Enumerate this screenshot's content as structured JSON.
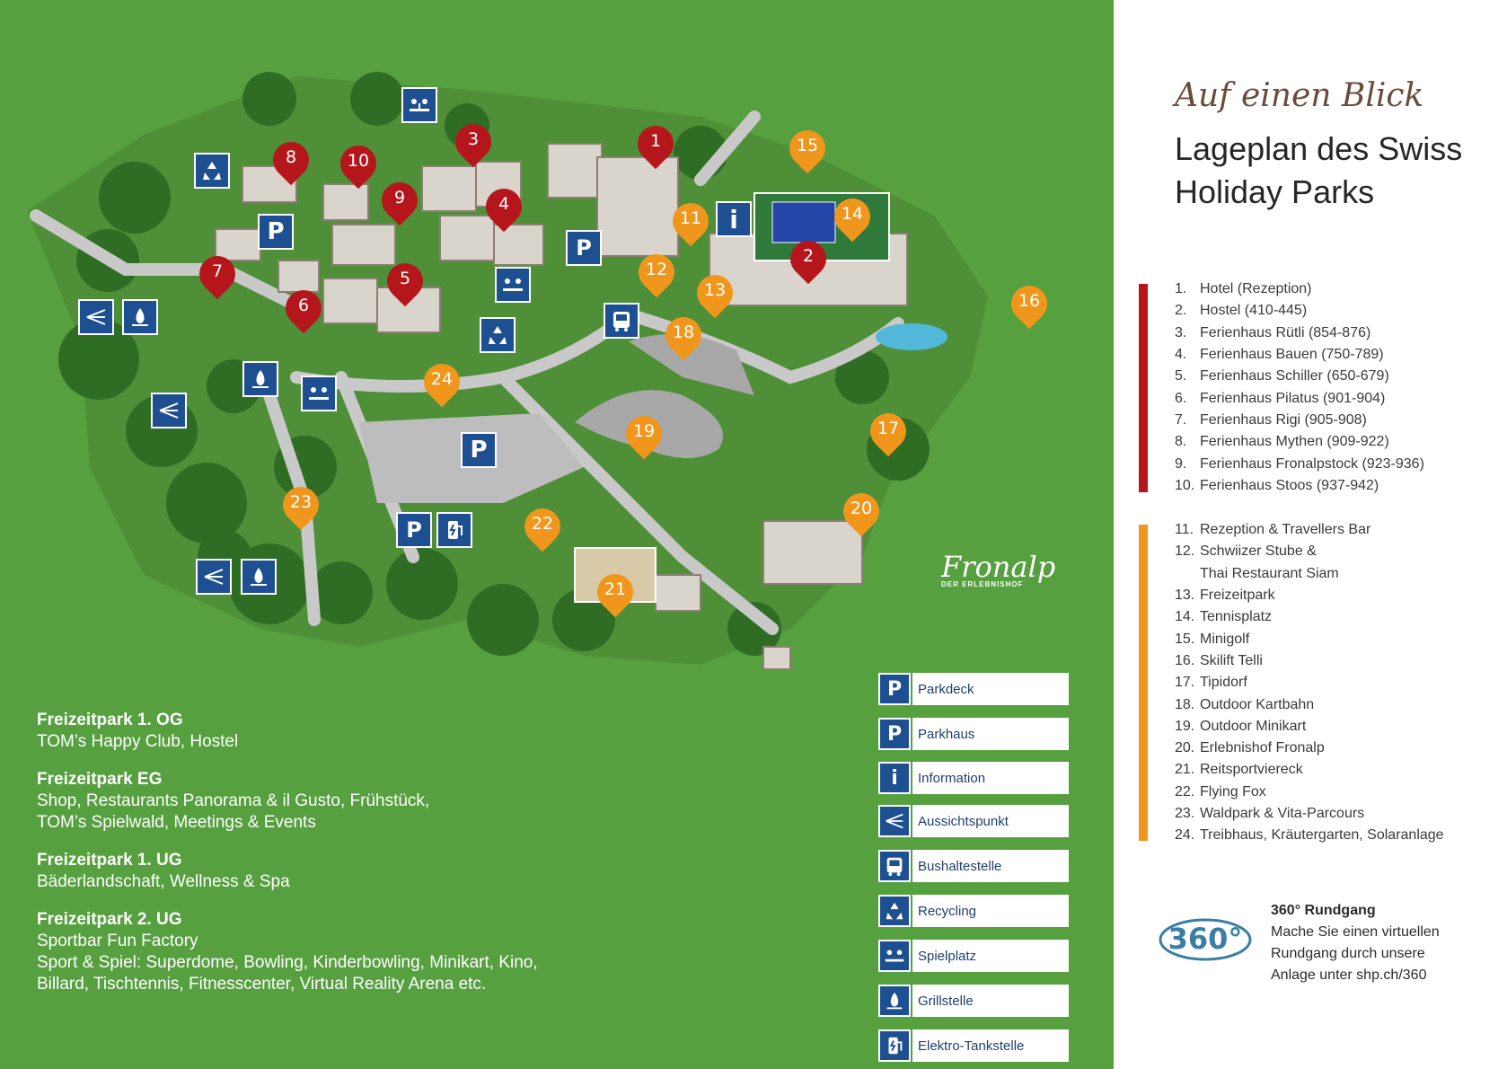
{
  "map": {
    "red_pins": [
      "1",
      "2",
      "3",
      "4",
      "5",
      "6",
      "7",
      "8",
      "9",
      "10"
    ],
    "orange_pins": [
      "11",
      "12",
      "13",
      "14",
      "15",
      "16",
      "17",
      "18",
      "19",
      "20",
      "21",
      "22",
      "23",
      "24"
    ],
    "map_icons": [
      "recycling-icon",
      "playground-icon",
      "parking-icon",
      "parking-garage-icon",
      "information-icon",
      "bus-icon",
      "viewpoint-icon",
      "barbecue-icon",
      "e-charging-icon"
    ],
    "logo_text": "Fronalp",
    "logo_subtext": "DER ERLEBNISHOF"
  },
  "legend": [
    {
      "label": "Parkdeck",
      "icon": "parking-icon"
    },
    {
      "label": "Parkhaus",
      "icon": "parking-garage-icon"
    },
    {
      "label": "Information",
      "icon": "information-icon"
    },
    {
      "label": "Aussichtspunkt",
      "icon": "viewpoint-icon"
    },
    {
      "label": "Bushaltestelle",
      "icon": "bus-icon"
    },
    {
      "label": "Recycling",
      "icon": "recycling-icon"
    },
    {
      "label": "Spielplatz",
      "icon": "playground-icon"
    },
    {
      "label": "Grillstelle",
      "icon": "barbecue-icon"
    },
    {
      "label": "Elektro-Tankstelle",
      "icon": "e-charging-icon"
    }
  ],
  "floors": [
    {
      "title": "Freizeitpark 1. OG",
      "desc": "TOM’s Happy Club, Hostel"
    },
    {
      "title": "Freizeitpark EG",
      "desc": "Shop, Restaurants Panorama &  il Gusto, Frühstück,\nTOM’s Spielwald, Meetings & Events"
    },
    {
      "title": "Freizeitpark 1. UG",
      "desc": "Bäderlandschaft, Wellness & Spa"
    },
    {
      "title": "Freizeitpark 2. UG",
      "desc": "Sportbar Fun Factory\nSport & Spiel: Superdome, Bowling, Kinderbowling, Minikart, Kino,\nBillard, Tischtennis, Fitnesscenter, Virtual Reality Arena etc."
    }
  ],
  "side": {
    "script_title": "Auf einen Blick",
    "title": "Lageplan des Swiss Holiday Parks",
    "accommodations": [
      {
        "num": "1.",
        "label": "Hotel (Rezeption)"
      },
      {
        "num": "2.",
        "label": "Hostel (410-445)"
      },
      {
        "num": "3.",
        "label": "Ferienhaus Rütli (854-876)"
      },
      {
        "num": "4.",
        "label": "Ferienhaus Bauen (750-789)"
      },
      {
        "num": "5.",
        "label": "Ferienhaus Schiller (650-679)"
      },
      {
        "num": "6.",
        "label": "Ferienhaus Pilatus (901-904)"
      },
      {
        "num": "7.",
        "label": "Ferienhaus Rigi (905-908)"
      },
      {
        "num": "8.",
        "label": "Ferienhaus Mythen (909-922)"
      },
      {
        "num": "9.",
        "label": "Ferienhaus Fronalpstock (923-936)"
      },
      {
        "num": "10.",
        "label": "Ferienhaus Stoos (937-942)"
      }
    ],
    "activities": [
      {
        "num": "11.",
        "label": "Rezeption & Travellers Bar"
      },
      {
        "num": "12.",
        "label": "Schwiizer Stube &"
      },
      {
        "num": "",
        "label": "Thai Restaurant Siam"
      },
      {
        "num": "13.",
        "label": "Freizeitpark"
      },
      {
        "num": "14.",
        "label": "Tennisplatz"
      },
      {
        "num": "15.",
        "label": "Minigolf"
      },
      {
        "num": "16.",
        "label": "Skilift Telli"
      },
      {
        "num": "17.",
        "label": "Tipidorf"
      },
      {
        "num": "18.",
        "label": "Outdoor Kartbahn"
      },
      {
        "num": "19.",
        "label": "Outdoor Minikart"
      },
      {
        "num": "20.",
        "label": "Erlebnishof Fronalp"
      },
      {
        "num": "21.",
        "label": "Reitsportviereck"
      },
      {
        "num": "22.",
        "label": "Flying Fox"
      },
      {
        "num": "23.",
        "label": "Waldpark & Vita-Parcours"
      },
      {
        "num": "24.",
        "label": "Treibhaus, Kräutergarten, Solaranlage"
      }
    ],
    "rundgang": {
      "logo": "360°",
      "title": "360° Rundgang",
      "lines": [
        "Mache Sie einen virtuellen",
        "Rundgang durch unsere",
        "Anlage unter shp.ch/360"
      ]
    }
  },
  "colors": {
    "map_green": "#56a03f",
    "pin_red": "#b4161b",
    "pin_orange": "#f1961c",
    "icon_blue": "#1d4f91",
    "title_brown": "#6b4c3b"
  }
}
